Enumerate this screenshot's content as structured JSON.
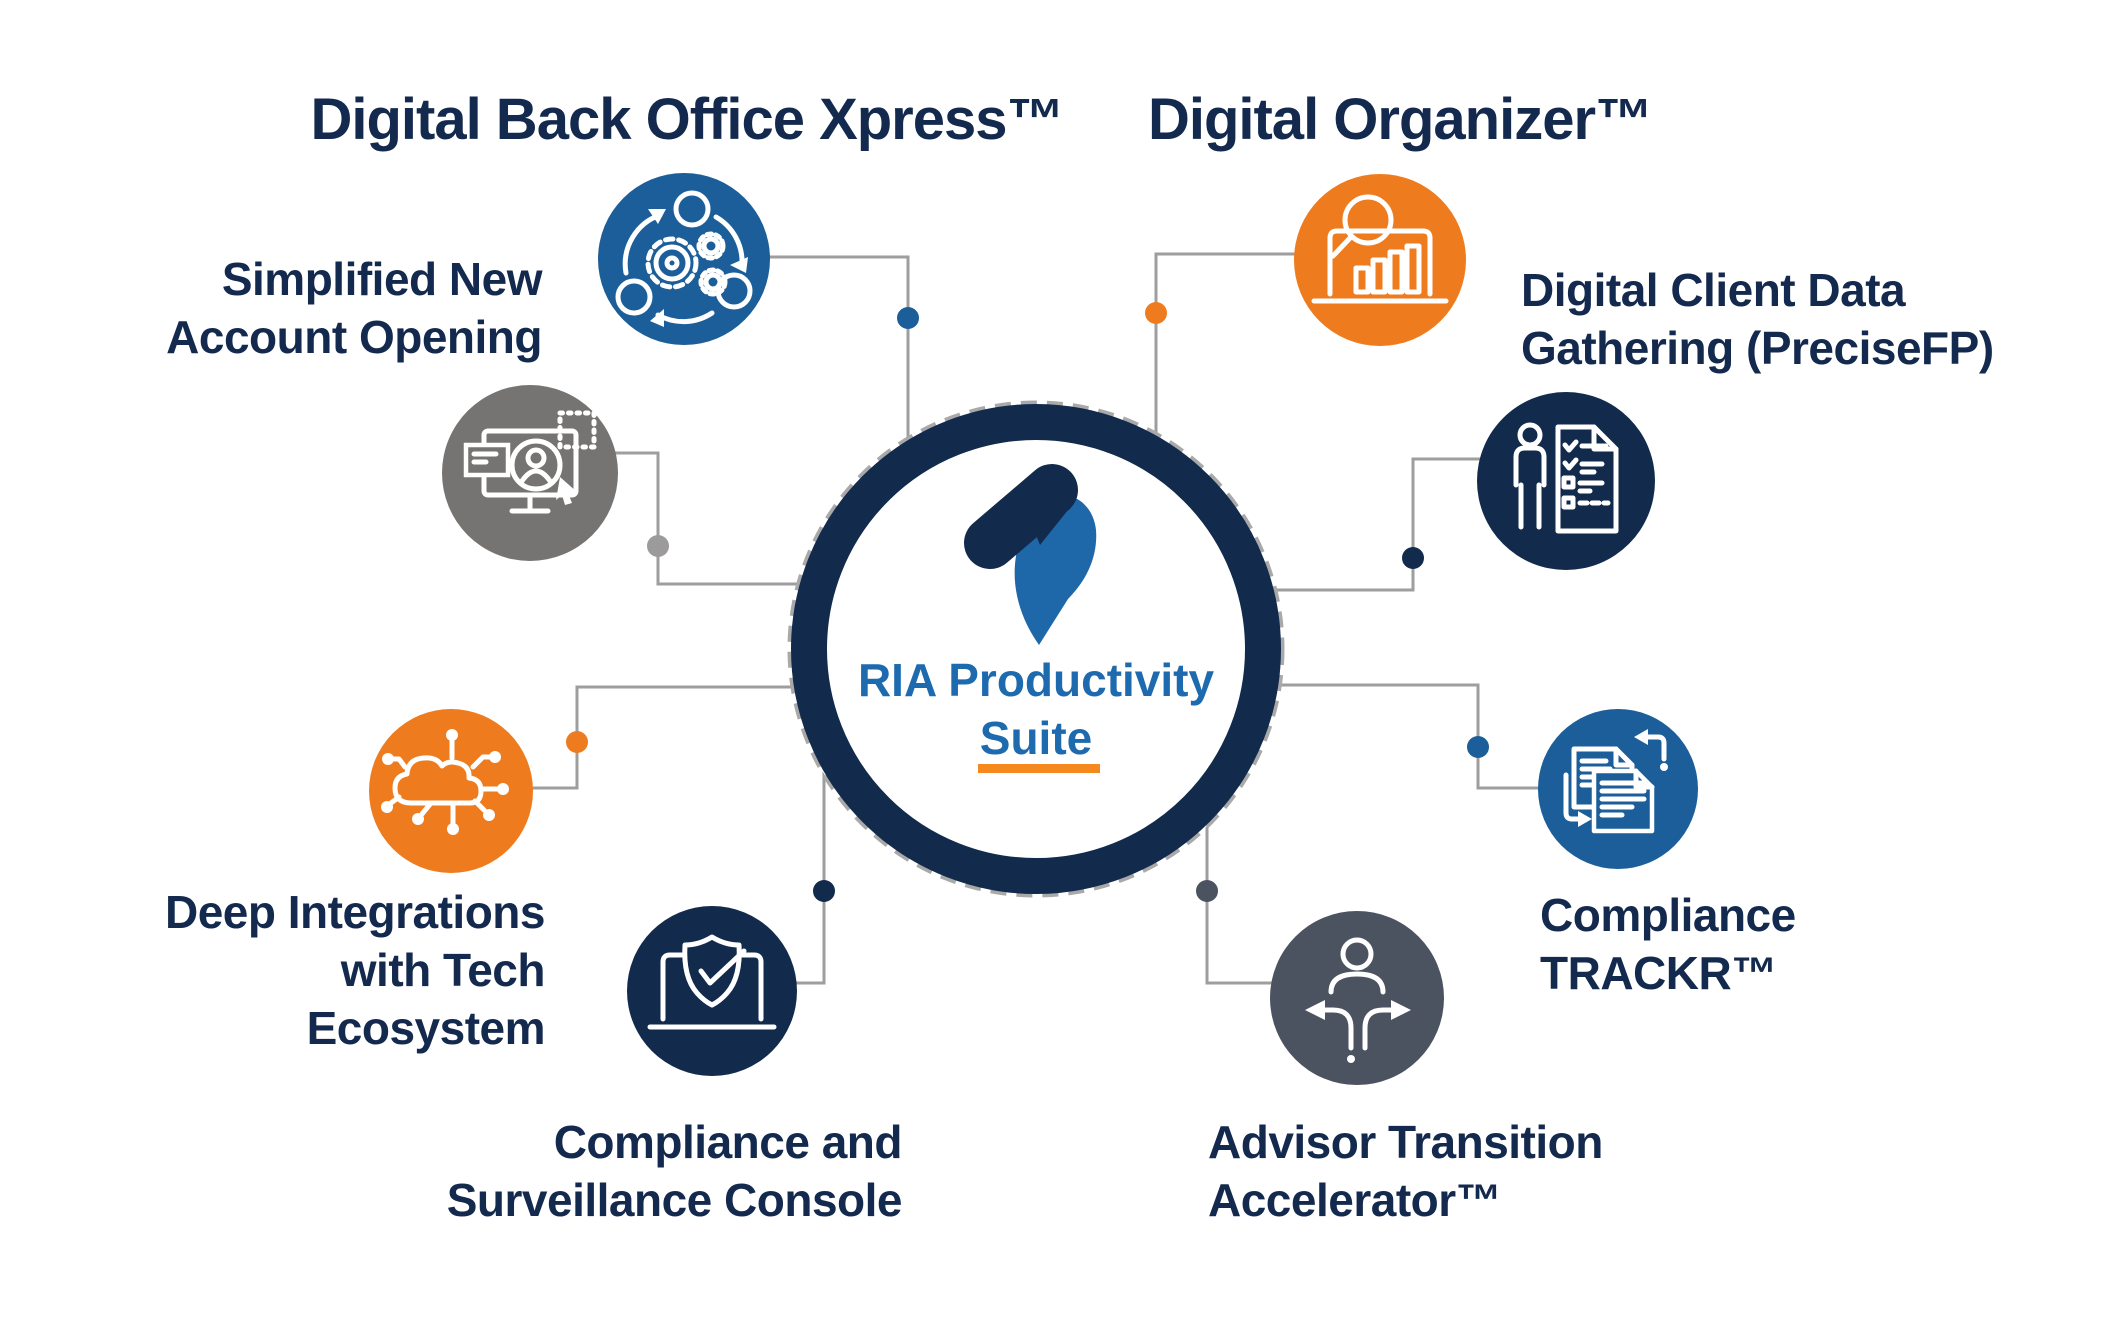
{
  "hub": {
    "label": "RIA Productivity\nSuite",
    "text_color": "#1D6BAE",
    "ring_color": "#122A4C",
    "underline_color": "#F5891D",
    "logo_navy": "#122A4C",
    "logo_blue": "#1E68A9"
  },
  "nodes": [
    {
      "id": "digital-back-office-xpress",
      "label": "Digital Back Office Xpress™",
      "circle_color": "#1B5E99",
      "icon": "gears-cycle-icon"
    },
    {
      "id": "digital-organizer",
      "label": "Digital Organizer™",
      "circle_color": "#EE7C1F",
      "icon": "laptop-analytics-search-icon"
    },
    {
      "id": "simplified-new-account-opening",
      "label": "Simplified New\nAccount Opening",
      "circle_color": "#767472",
      "icon": "monitor-profile-cursor-icon"
    },
    {
      "id": "digital-client-data-gathering",
      "label": "Digital Client Data\nGathering (PreciseFP)",
      "circle_color": "#122A4C",
      "icon": "person-checklist-icon"
    },
    {
      "id": "deep-integrations-tech-ecosystem",
      "label": "Deep Integrations\nwith Tech\nEcosystem",
      "circle_color": "#EE7C1F",
      "icon": "cloud-network-icon"
    },
    {
      "id": "compliance-trackr",
      "label": "Compliance\nTRACKR™",
      "circle_color": "#1B5E99",
      "icon": "documents-sync-icon"
    },
    {
      "id": "compliance-surveillance-console",
      "label": "Compliance and\nSurveillance Console",
      "circle_color": "#122A4C",
      "icon": "laptop-shield-check-icon"
    },
    {
      "id": "advisor-transition-accelerator",
      "label": "Advisor Transition\nAccelerator™",
      "circle_color": "#4B5260",
      "icon": "person-branching-arrows-icon"
    }
  ],
  "colors": {
    "label_text": "#14294E",
    "connector": "#9E9E9E",
    "dashed_ring": "#A9A9A9",
    "background": "#FFFFFF"
  }
}
